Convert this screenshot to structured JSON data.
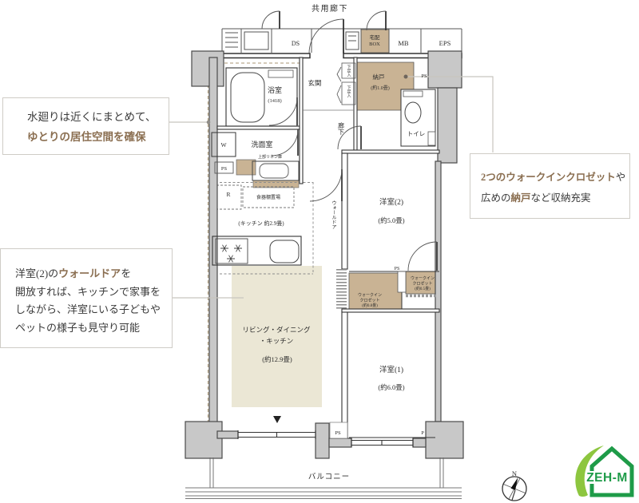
{
  "colors": {
    "accent_brown": "#8a6e50",
    "tan_fill": "#c9b394",
    "ldk_beige": "#ebe7d5",
    "wall_gray": "#c8c8c8",
    "logo_green_dark": "#1e9b48",
    "logo_green_light": "#8dc63f"
  },
  "callout_water": {
    "line1": "水廻りは近くにまとめて、",
    "line2": "ゆとりの居住空間を確保"
  },
  "callout_walldoor": {
    "l1a": "洋室(2)の",
    "l1b": "ウォールドア",
    "l1c": "を",
    "l2": "開放すれば、キッチンで家事を",
    "l3": "しながら、洋室にいる子どもや",
    "l4": "ペットの様子も見守り可能"
  },
  "callout_storage": {
    "l1a": "2つのウォークインクロゼット",
    "l1b": "や",
    "l2a": "広めの",
    "l2b": "納戸",
    "l2c": "など収納充実"
  },
  "plan": {
    "corridor_top": "共用廊下",
    "ds": "DS",
    "takuhai1": "宅配",
    "takuhai2": "BOX",
    "mb": "MB",
    "eps": "EPS",
    "ps": "PS",
    "p": "P",
    "genkan": "玄関",
    "shoe": "下足入",
    "nando": "納戸",
    "nando_size": "(約1.0畳)",
    "toilet": "トイレ",
    "hall": "廊下",
    "bath": "浴室",
    "bath_size": "(1418)",
    "w": "W",
    "senmen": "洗面室",
    "linen": "上部リネン庫",
    "r": "R",
    "shokki": "食器棚置場",
    "kitchen_size": "(キッチン 約2.9畳)",
    "walldoor": "ウォールドア",
    "y2": "洋室(2)",
    "y2_size": "(約5.0畳)",
    "y1": "洋室(1)",
    "y1_size": "(約6.0畳)",
    "wic1": "ウォークイン",
    "wic2": "クロゼット",
    "wic05": "(約0.5畳)",
    "wic08": "(約0.8畳)",
    "ldk1": "リビング・ダイニング",
    "ldk2": "・キッチン",
    "ldk_size": "(約12.9畳)",
    "balcony": "バルコニー"
  },
  "compass": {
    "n": "N"
  },
  "logo": {
    "text": "ZEH-M"
  }
}
